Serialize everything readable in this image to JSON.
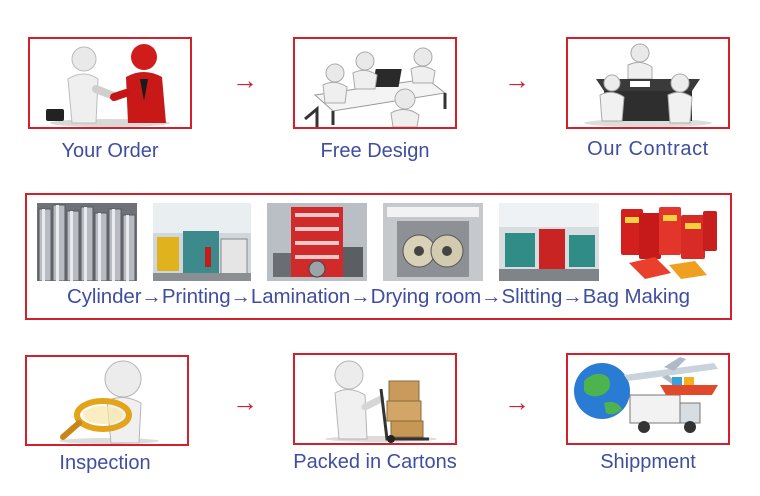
{
  "row1": {
    "steps": [
      {
        "label": "Your Order",
        "icon": "handshake-icon"
      },
      {
        "label": "Free Design",
        "icon": "design-meeting-icon"
      },
      {
        "label": "Our Contract",
        "icon": "contract-desk-icon"
      }
    ],
    "arrow": "→"
  },
  "production": {
    "text": "Cylinder→Printing→Lamination→Drying room→Slitting→Bag Making",
    "photos": [
      "cylinders-photo",
      "printing-machine-photo",
      "lamination-machine-photo",
      "drying-room-photo",
      "slitting-machine-photo",
      "packaging-bags-photo"
    ]
  },
  "row3": {
    "steps": [
      {
        "label": "Inspection",
        "icon": "magnifier-figure-icon"
      },
      {
        "label": "Packed in Cartons",
        "icon": "hand-truck-cartons-icon"
      },
      {
        "label": "Shippment",
        "icon": "globe-transport-icon"
      }
    ],
    "arrow": "→"
  },
  "colors": {
    "border": "#d3202a",
    "text": "#3f4ea0",
    "arrow": "#d3202a",
    "figure": "#e6e6e6",
    "accent_red": "#d11c1c"
  }
}
